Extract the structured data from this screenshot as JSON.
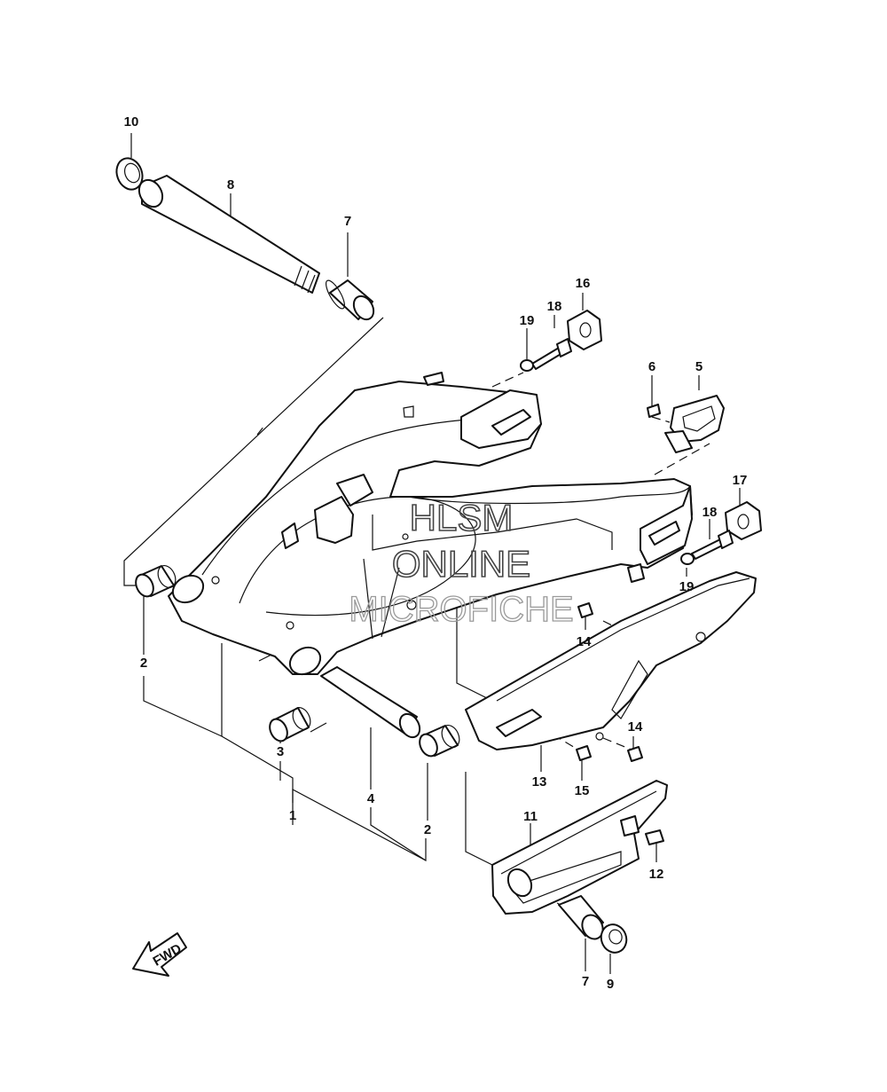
{
  "watermark": {
    "line1": "HLSM",
    "line2": "ONLINE",
    "line3": "MICROFICHE"
  },
  "direction_arrow": "FWD",
  "callouts": [
    {
      "id": "c10",
      "text": "10"
    },
    {
      "id": "c8",
      "text": "8"
    },
    {
      "id": "c7a",
      "text": "7"
    },
    {
      "id": "c16",
      "text": "16"
    },
    {
      "id": "c18a",
      "text": "18"
    },
    {
      "id": "c19a",
      "text": "19"
    },
    {
      "id": "c6",
      "text": "6"
    },
    {
      "id": "c5",
      "text": "5"
    },
    {
      "id": "c17",
      "text": "17"
    },
    {
      "id": "c18b",
      "text": "18"
    },
    {
      "id": "c19b",
      "text": "19"
    },
    {
      "id": "c14a",
      "text": "14"
    },
    {
      "id": "c2a",
      "text": "2"
    },
    {
      "id": "c3",
      "text": "3"
    },
    {
      "id": "c1",
      "text": "1"
    },
    {
      "id": "c4",
      "text": "4"
    },
    {
      "id": "c2b",
      "text": "2"
    },
    {
      "id": "c13",
      "text": "13"
    },
    {
      "id": "c15",
      "text": "15"
    },
    {
      "id": "c14b",
      "text": "14"
    },
    {
      "id": "c11",
      "text": "11"
    },
    {
      "id": "c12",
      "text": "12"
    },
    {
      "id": "c7b",
      "text": "7"
    },
    {
      "id": "c9",
      "text": "9"
    }
  ]
}
